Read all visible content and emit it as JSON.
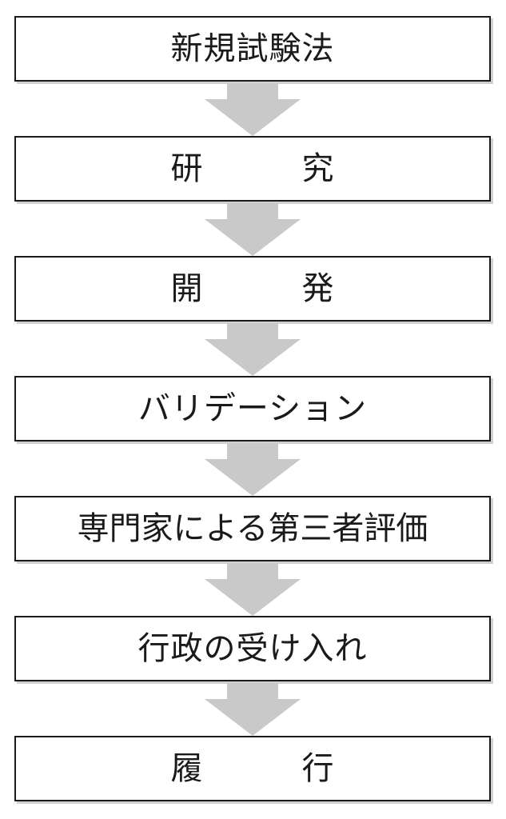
{
  "flow": {
    "steps": [
      {
        "label": "新規試験法"
      },
      {
        "label": "研　　　究"
      },
      {
        "label": "開　　　発"
      },
      {
        "label": "バリデーション"
      },
      {
        "label": "専門家による第三者評価"
      },
      {
        "label": "行政の受け入れ"
      },
      {
        "label": "履　　　行"
      }
    ]
  },
  "colors": {
    "arrow": "#c9c9c9",
    "border": "#1a1a1a",
    "shadow": "#d0d0d0"
  }
}
